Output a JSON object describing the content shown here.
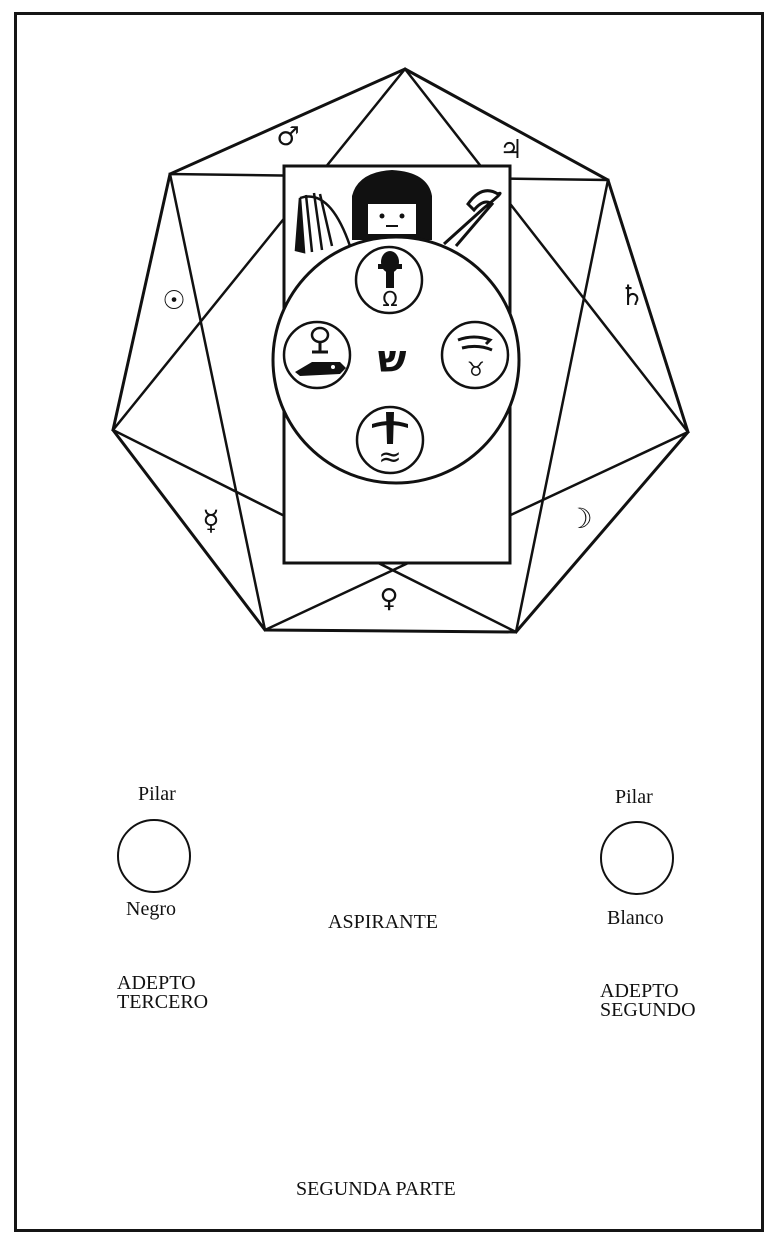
{
  "planets": {
    "mars": "♂",
    "jupiter": "♃",
    "sun": "☉",
    "saturn": "♄",
    "mercury": "☿",
    "moon": "☽",
    "venus": "♀"
  },
  "center": {
    "hebrew_letter": "ש",
    "bottom_circle_mark": "≈",
    "right_circle_mark": "♉",
    "top_circle_mark": "Ω"
  },
  "left_pillar": {
    "top": "Pilar",
    "bottom": "Negro"
  },
  "right_pillar": {
    "top": "Pilar",
    "bottom": "Blanco"
  },
  "aspirant": "ASPIRANTE",
  "adept_third": [
    "ADEPTO",
    "TERCERO"
  ],
  "adept_second": [
    "ADEPTO",
    "SEGUNDO"
  ],
  "footer": "SEGUNDA PARTE"
}
